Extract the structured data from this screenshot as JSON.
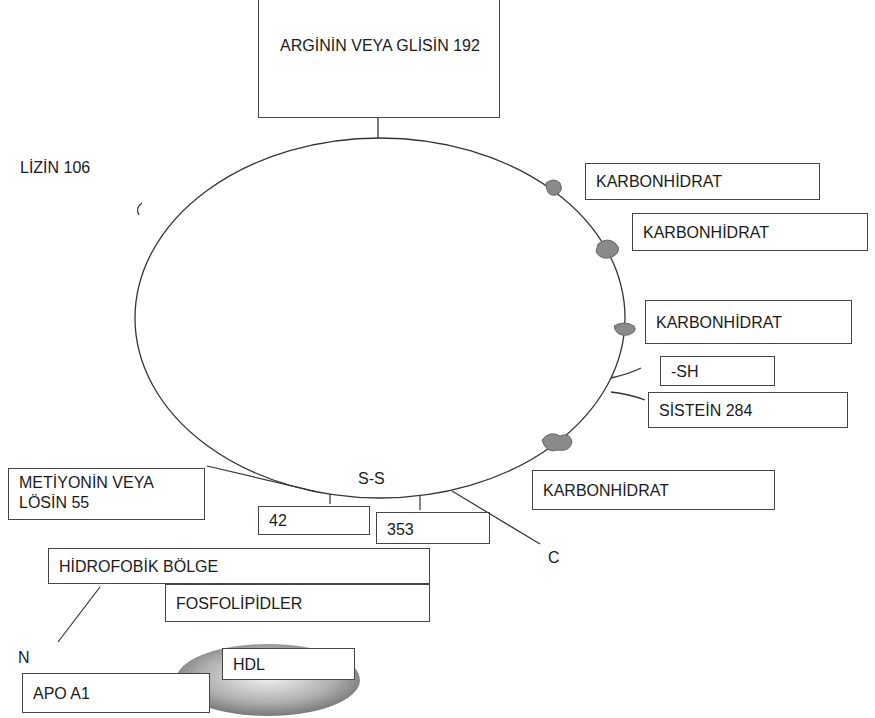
{
  "diagram": {
    "nodes": [
      {
        "text": [
          "ARGİNİN VEYA GLİSİN 192"
        ]
      },
      {
        "text": [
          "KARBONHİDRAT"
        ]
      },
      {
        "text": [
          "KARBONHİDRAT"
        ]
      },
      {
        "text": [
          "KARBONHİDRAT"
        ]
      },
      {
        "text": [
          "-SH"
        ]
      },
      {
        "text": [
          "SİSTEİN 284"
        ]
      },
      {
        "text": [
          "METİYONİN VEYA LÖSİN 55"
        ]
      },
      {
        "text": [
          "KARBONHİDRAT"
        ]
      },
      {
        "text": [
          "42"
        ]
      },
      {
        "text": [
          "353"
        ]
      },
      {
        "text": [
          "HİDROFOBİK BÖLGE"
        ]
      },
      {
        "text": [
          "FOSFOLİPİDLER"
        ]
      },
      {
        "text": [
          "HDL"
        ]
      },
      {
        "text": [
          "APO A1"
        ]
      }
    ],
    "labels": [
      "LİZİN 106",
      "S-S",
      "C",
      "N"
    ]
  }
}
